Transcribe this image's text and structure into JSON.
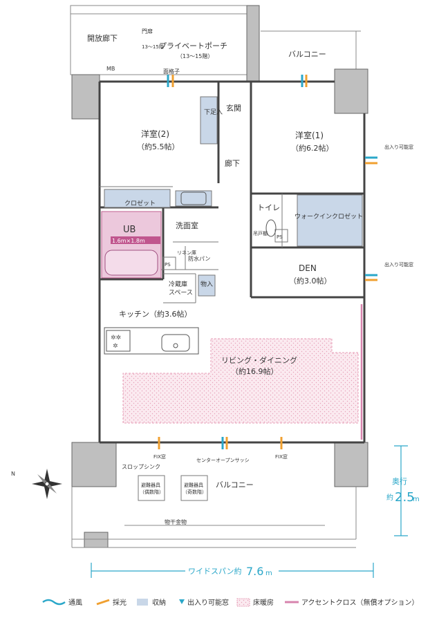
{
  "rooms": {
    "kaiho_roka": "開放廊下",
    "monpi": "門扉",
    "monpi_floor": "13〜15階",
    "porch": "プライベートポーチ",
    "porch_floor": "（13〜15階）",
    "mb": "MB",
    "balcony_top": "バルコニー",
    "mengoshi": "面格子",
    "genkan": "玄関",
    "geso": "下足入",
    "youshitsu2": "洋室(2)",
    "youshitsu2_size": "（約5.5帖）",
    "youshitsu1": "洋室(1)",
    "youshitsu1_size": "（約6.2帖）",
    "deiri_mado": "出入り可能窓",
    "roka": "廊下",
    "closet": "クロゼット",
    "ub": "UB",
    "ub_size": "1.6m×1.8m",
    "senmen": "洗面室",
    "toilet": "トイレ",
    "tsuritana": "吊戸棚",
    "walkin": "ウォークインクロゼット",
    "ps": "PS",
    "linen": "リネン庫",
    "bousui": "防水パン",
    "reizouko": "冷蔵庫",
    "space": "スペース",
    "mono": "物入",
    "den": "DEN",
    "den_size": "（約3.0帖）",
    "kitchen": "キッチン（約3.6帖）",
    "living": "リビング・ダイニング",
    "living_size": "（約16.9帖）",
    "fix": "FIX窓",
    "center_open": "センターオープンサッシ",
    "slop": "スロップシンク",
    "balcony_bottom": "バルコニー",
    "hinan1": "避難器具",
    "hinan1_sub": "（偶数階）",
    "hinan2": "避難器具",
    "hinan2_sub": "（奇数階）",
    "monohoshi": "物干金物"
  },
  "dimensions": {
    "okuyuki_label": "奥行",
    "okuyuki_prefix": "約",
    "okuyuki_value": "2.5",
    "okuyuki_unit": "m",
    "span_label": "ワイドスパン約",
    "span_value": "7.6",
    "span_unit": "m"
  },
  "compass": {
    "north": "N"
  },
  "legend": {
    "tsufu": "通風",
    "saiko": "採光",
    "shuno": "収納",
    "deiri": "出入り可能窓",
    "yukadanbo": "床暖房",
    "accent": "アクセントクロス（無償オプション）"
  },
  "colors": {
    "wall": "#444444",
    "storage": "#c9d7e8",
    "ub": "#ecc8dc",
    "accent_line": "#d783ad",
    "floor_heating": "#e7a0b8",
    "wind": "#2aa7c9",
    "light": "#f0a030",
    "dim_line": "#2aa7c9"
  }
}
